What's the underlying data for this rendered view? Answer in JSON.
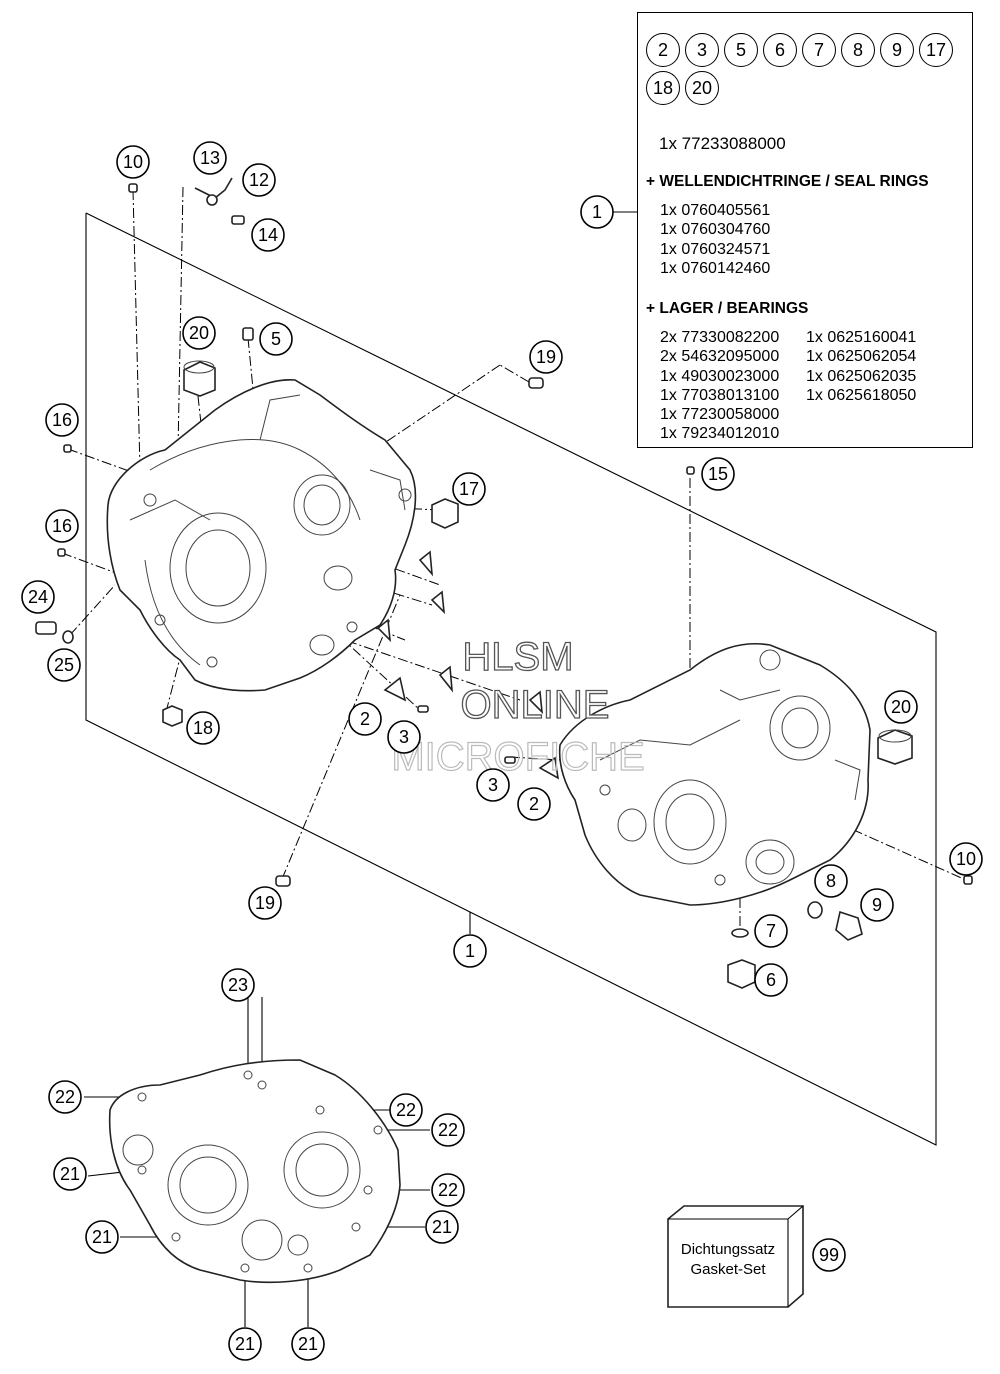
{
  "kit_box": {
    "included_callouts": [
      "2",
      "3",
      "5",
      "6",
      "7",
      "8",
      "9",
      "17",
      "18",
      "20"
    ],
    "kit_part": "1x 77233088000",
    "seal_rings": {
      "heading": "+ WELLENDICHTRINGE / SEAL RINGS",
      "items": [
        "1x 0760405561",
        "1x 0760304760",
        "1x 0760324571",
        "1x 0760142460"
      ]
    },
    "bearings": {
      "heading": "+ LAGER / BEARINGS",
      "col1": [
        "2x 77330082200",
        "2x 54632095000",
        "1x 49030023000",
        "1x 77038013100",
        "1x 77230058000",
        "1x 79234012010"
      ],
      "col2": [
        "1x 0625160041",
        "1x 0625062054",
        "1x 0625062035",
        "1x 0625618050"
      ]
    }
  },
  "callouts": {
    "c1_box": "1",
    "c1_main": "1",
    "c2a": "2",
    "c2b": "2",
    "c3a": "3",
    "c3b": "3",
    "c5": "5",
    "c6": "6",
    "c7": "7",
    "c8": "8",
    "c9": "9",
    "c10a": "10",
    "c10b": "10",
    "c12": "12",
    "c13": "13",
    "c14": "14",
    "c15": "15",
    "c16a": "16",
    "c16b": "16",
    "c17": "17",
    "c18": "18",
    "c19a": "19",
    "c19b": "19",
    "c20a": "20",
    "c20b": "20",
    "c21a": "21",
    "c21b": "21",
    "c21c": "21",
    "c21d": "21",
    "c21e": "21",
    "c22a": "22",
    "c22b": "22",
    "c22c": "22",
    "c22d": "22",
    "c23": "23",
    "c24": "24",
    "c25": "25",
    "c99": "99"
  },
  "gasket_set": {
    "line1": "Dichtungssatz",
    "line2": "Gasket-Set"
  },
  "watermark": {
    "line1": "HLSM",
    "line2": "ONLINE",
    "line3": "MICROFICHE"
  }
}
